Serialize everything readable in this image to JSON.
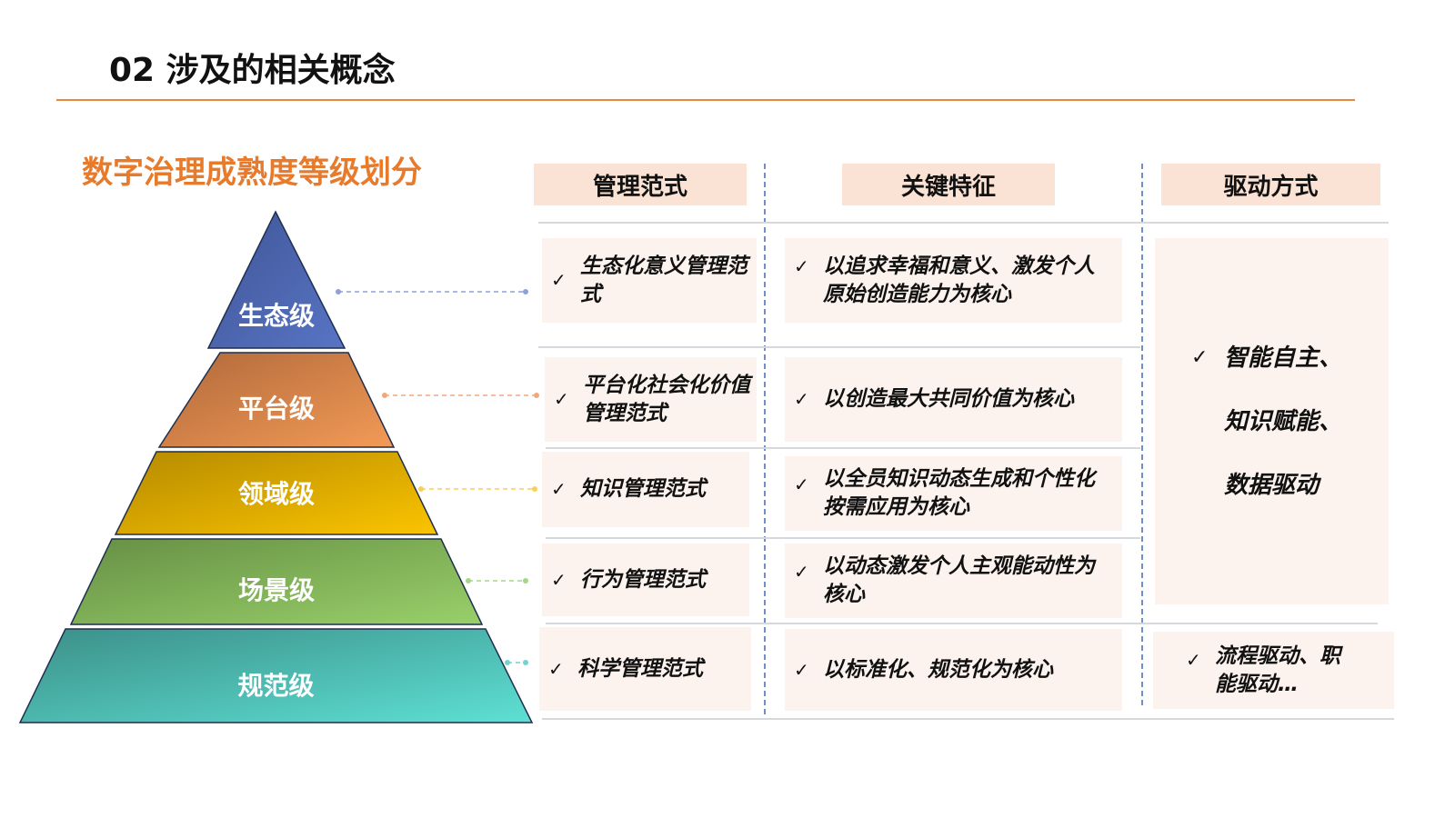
{
  "header": {
    "title": "02 涉及的相关概念"
  },
  "subtitle": "数字治理成熟度等级划分",
  "pyramid": {
    "levels": [
      "生态级",
      "平台级",
      "领域级",
      "场景级",
      "规范级"
    ],
    "colors": [
      [
        "#3f5596",
        "#5874c4"
      ],
      [
        "#b0693a",
        "#f39a57"
      ],
      [
        "#b58a00",
        "#fbc400"
      ],
      [
        "#668f44",
        "#99d06a"
      ],
      [
        "#3b8f88",
        "#5ee0d4"
      ]
    ],
    "connector_colors": [
      "#8da2d8",
      "#f2a77a",
      "#f7cf5c",
      "#a7d58a",
      "#6fd3d0"
    ]
  },
  "columns": [
    "管理范式",
    "关键特征",
    "驱动方式"
  ],
  "check": "✓",
  "rows": [
    {
      "paradigm": "生态化意义管理范式",
      "feature": "以追求幸福和意义、激发个人原始创造能力为核心"
    },
    {
      "paradigm": "平台化社会化价值管理范式",
      "feature": "以创造最大共同价值为核心"
    },
    {
      "paradigm": "知识管理范式",
      "feature": "以全员知识动态生成和个性化按需应用为核心"
    },
    {
      "paradigm": "行为管理范式",
      "feature": "以动态激发个人主观能动性为核心"
    },
    {
      "paradigm": "科学管理范式",
      "feature": "以标准化、规范化为核心"
    }
  ],
  "drivers": {
    "upper": [
      "智能自主、",
      "知识赋能、",
      "数据驱动"
    ],
    "lower": "流程驱动、职能驱动…"
  }
}
